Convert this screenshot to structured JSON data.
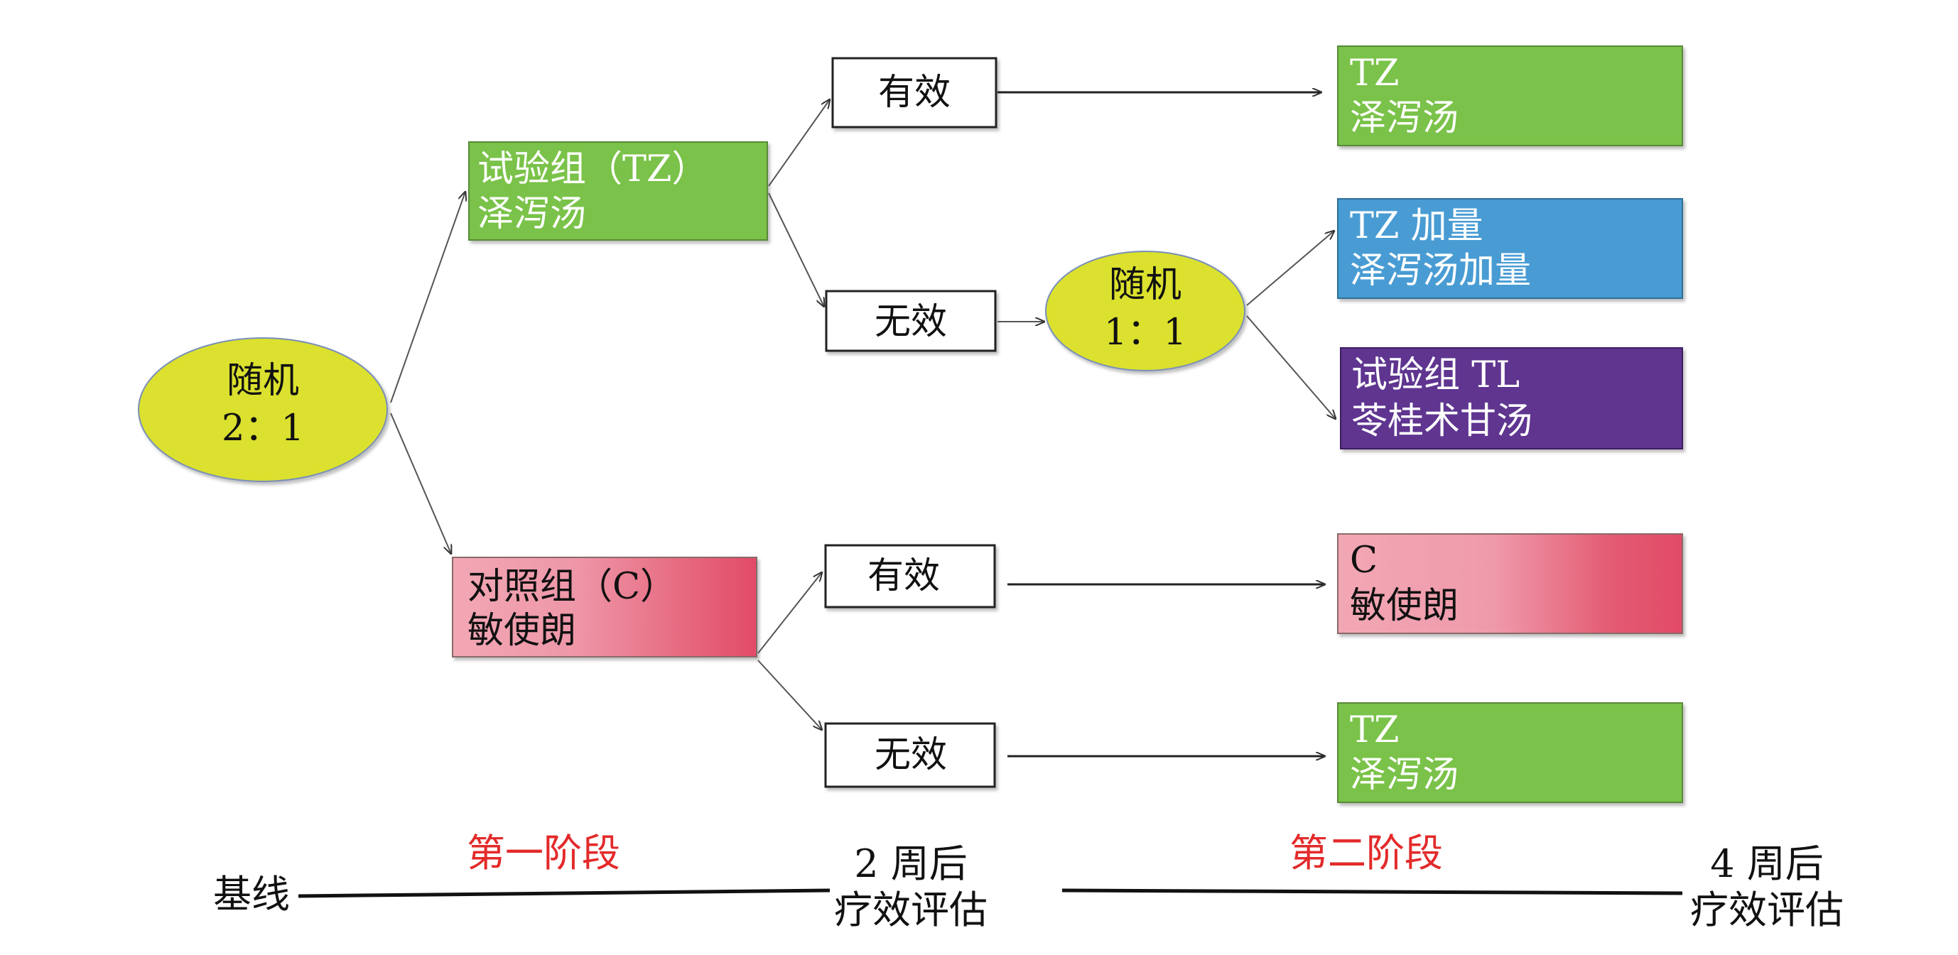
{
  "colors": {
    "oval": "#dbe12f",
    "green": "#7ac24a",
    "blue": "#4a9cd3",
    "purple": "#5f3590",
    "pink_light": "#f2a7b4",
    "pink_dark": "#e24b66",
    "stage_red": "#e32a2a"
  },
  "random_main": {
    "line1": "随机",
    "line2": "2：1"
  },
  "random_sub": {
    "line1": "随机",
    "line2": "1：1"
  },
  "group_tz": {
    "line1": "试验组（TZ）",
    "line2": "泽泻汤"
  },
  "group_c": {
    "line1": "对照组（C）",
    "line2": "敏使朗"
  },
  "outcomes": {
    "tz_effective": "有效",
    "tz_ineffective": "无效",
    "c_effective": "有效",
    "c_ineffective": "无效"
  },
  "results": {
    "tz_continue": {
      "line1": "TZ",
      "line2": "泽泻汤"
    },
    "tz_plus": {
      "line1": "TZ 加量",
      "line2": "泽泻汤加量"
    },
    "tl": {
      "line1": "试验组 TL",
      "line2": "苓桂术甘汤"
    },
    "c_continue": {
      "line1": "C",
      "line2": "敏使朗"
    },
    "c_to_tz": {
      "line1": "TZ",
      "line2": "泽泻汤"
    }
  },
  "timeline": {
    "baseline": "基线",
    "stage1": "第一阶段",
    "stage2": "第二阶段",
    "eval2_line1": "2 周后",
    "eval2_line2": "疗效评估",
    "eval4_line1": "4 周后",
    "eval4_line2": "疗效评估"
  }
}
